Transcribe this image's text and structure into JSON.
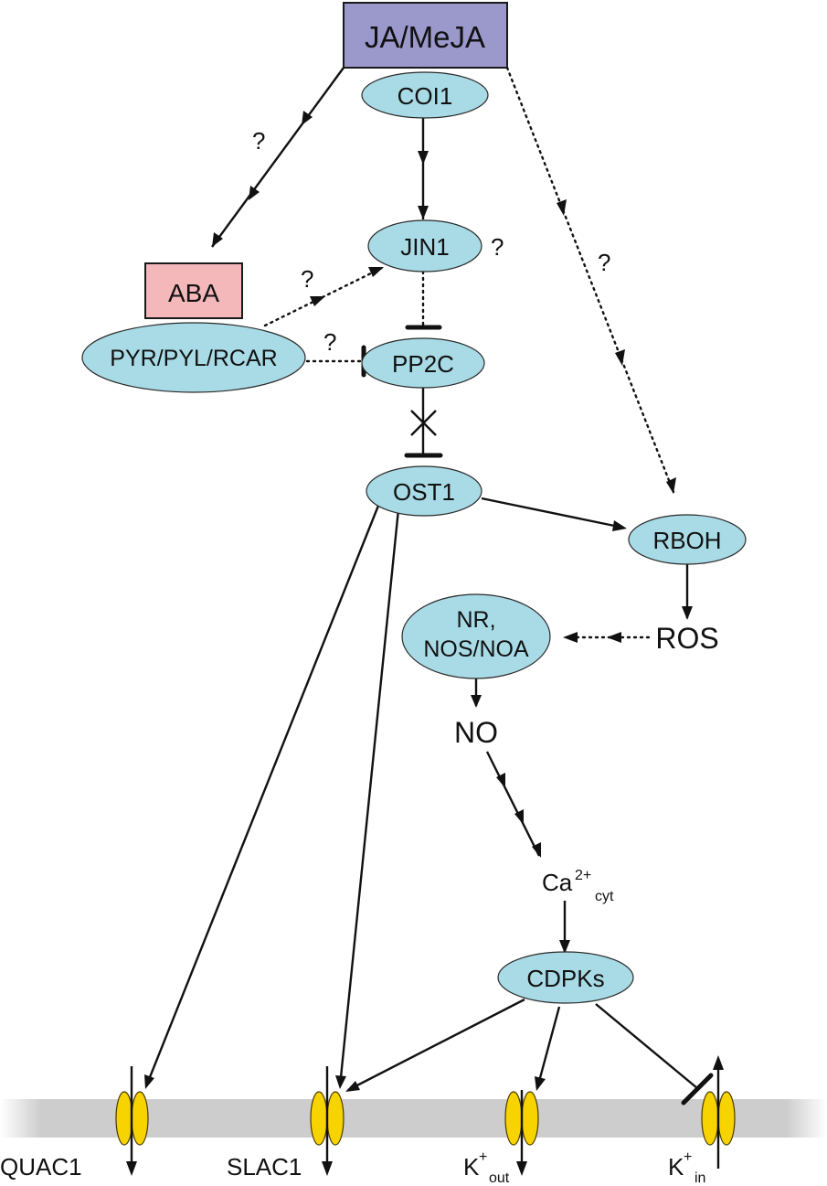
{
  "nodes": {
    "jasmonate": "JA/MeJA",
    "coi1": "COI1",
    "jin1": "JIN1",
    "aba": "ABA",
    "receptor": "PYR/PYL/RCAR",
    "pp2c": "PP2C",
    "ost1": "OST1",
    "rboh": "RBOH",
    "ros": "ROS",
    "nr_line1": "NR,",
    "nr_line2": "NOS/NOA",
    "no": "NO",
    "calcium_base": "Ca",
    "calcium_sup": "2+",
    "calcium_sub": "cyt",
    "cdpks": "CDPKs"
  },
  "unknown_marks": {
    "ja_to_aba": "?",
    "jin1": "?",
    "receptor_to_jin1": "?",
    "receptor_to_pp2c": "?",
    "ja_to_rboh": "?"
  },
  "channels": {
    "quac1": "QUAC1",
    "slac1": "SLAC1",
    "k_out_base": "K",
    "k_out_sup": "+",
    "k_out_sub": "out",
    "k_in_base": "K",
    "k_in_sup": "+",
    "k_in_sub": "in"
  },
  "colors": {
    "jasmonate_box": "#9b98cc",
    "aba_box": "#f4b8bb",
    "protein_ellipse": "#a8dbe6",
    "ion_channel": "#f7d300",
    "membrane": "#cccccc"
  }
}
